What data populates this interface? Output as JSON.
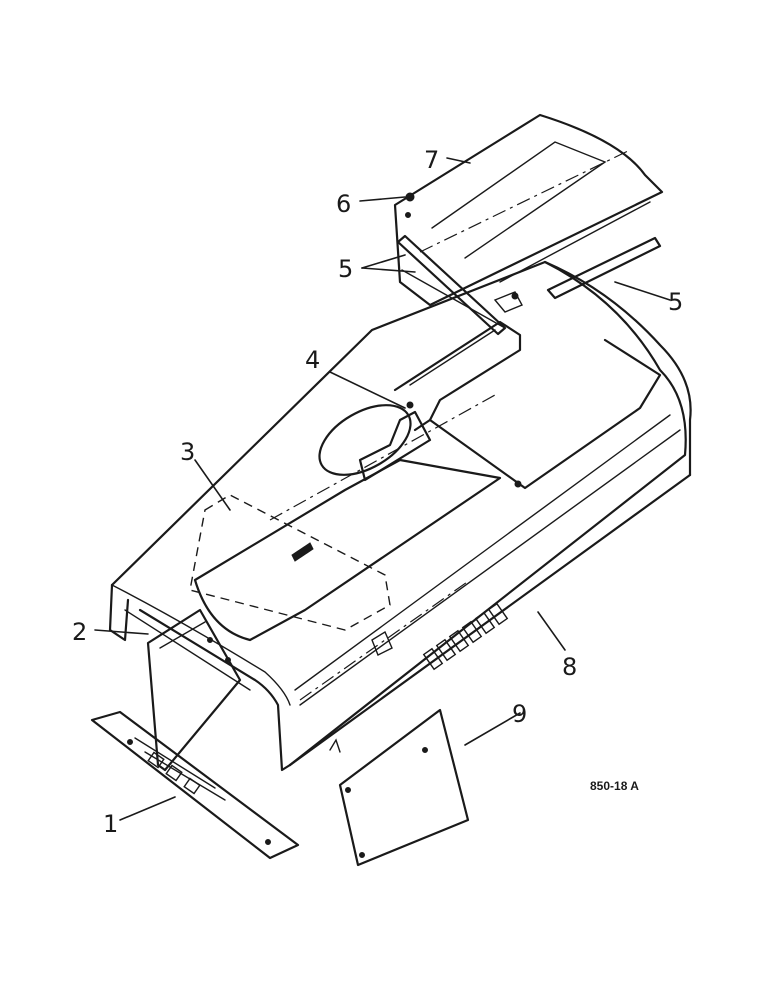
{
  "callouts": {
    "c1": "1",
    "c2": "2",
    "c3": "3",
    "c4": "4",
    "c5a": "5",
    "c5b": "5",
    "c6": "6",
    "c7": "7",
    "c8": "8",
    "c9": "9"
  },
  "reference_code": "850-18 A",
  "colors": {
    "ink": "#1a1a1a",
    "paper": "#ffffff"
  }
}
